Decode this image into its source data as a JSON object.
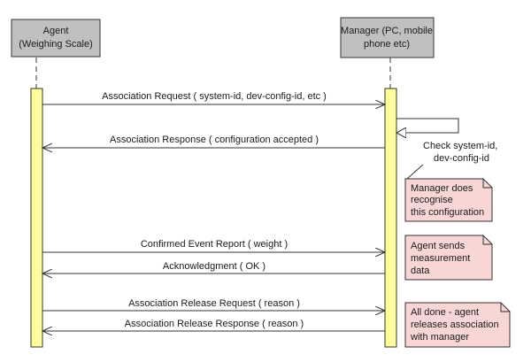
{
  "participants": {
    "agent": {
      "line1": "Agent",
      "line2": "(Weighing Scale)"
    },
    "manager": {
      "line1": "Manager (PC, mobile",
      "line2": "phone etc)"
    }
  },
  "messages": [
    {
      "label": "Association Request ( system-id, dev-config-id, etc )",
      "direction": "agent-to-manager"
    },
    {
      "label": "Association Response ( configuration accepted )",
      "direction": "manager-to-agent"
    },
    {
      "label": "Confirmed Event Report ( weight )",
      "direction": "agent-to-manager"
    },
    {
      "label": "Acknowledgment ( OK )",
      "direction": "manager-to-agent"
    },
    {
      "label": "Association Release Request ( reason )",
      "direction": "agent-to-manager"
    },
    {
      "label": "Association Release Response ( reason )",
      "direction": "manager-to-agent"
    }
  ],
  "self_message": {
    "line1": "Check system-id,",
    "line2": "dev-config-id"
  },
  "notes": [
    {
      "lines": [
        "Manager does",
        "recognise",
        "this configuration"
      ]
    },
    {
      "lines": [
        "Agent sends",
        "measurement",
        "data"
      ]
    },
    {
      "lines": [
        "All done - agent",
        "releases association",
        "with manager"
      ]
    }
  ],
  "colors": {
    "participant_fill": "#c0c0c0",
    "activation_fill": "#ffff99",
    "note_fill": "#f8d6d6",
    "line": "#333333"
  }
}
